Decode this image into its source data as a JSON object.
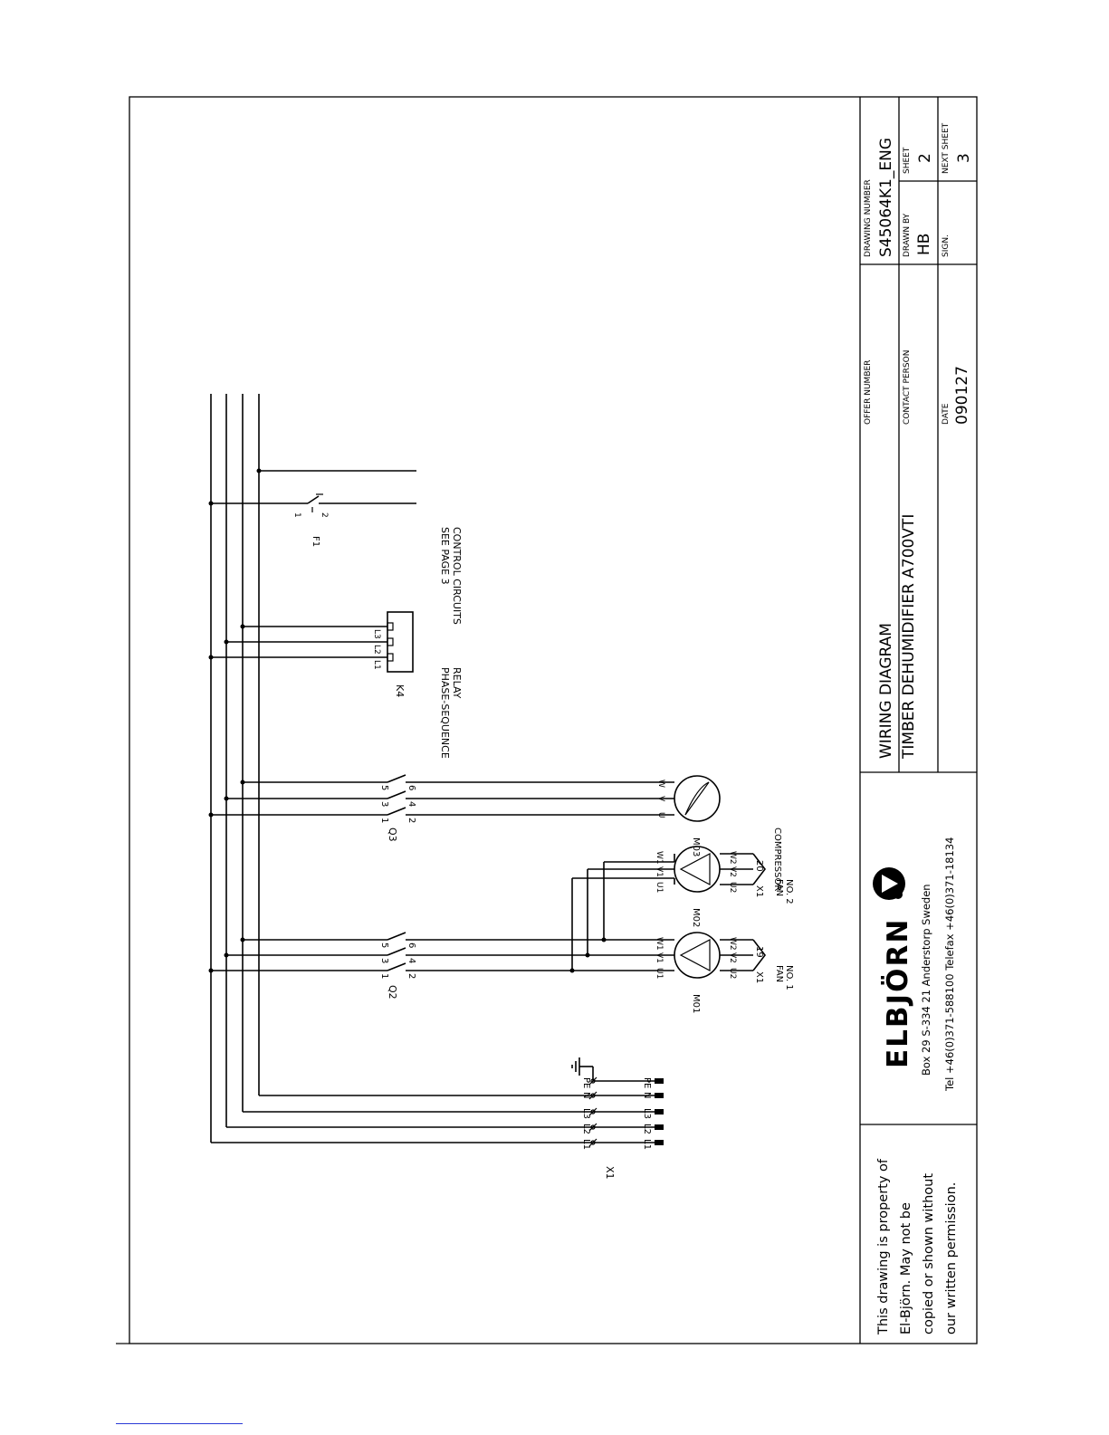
{
  "notice": {
    "lines": [
      "This drawing is property of",
      "El-Björn. May not be",
      "copied or shown without",
      "our written permission."
    ]
  },
  "company": {
    "logo_text": "ELBJÖRN",
    "address": "Box  29    S-334 21  Anderstorp     Sweden",
    "contact": "Tel  +46(0)371-588100     Telefax  +46(0)371-18134"
  },
  "title": {
    "line1": "WIRING  DIAGRAM",
    "line2": "TIMBER  DEHUMIDIFIER  A700VTI"
  },
  "fields": {
    "offer_number_label": "OFFER  NUMBER",
    "offer_number": "",
    "contact_person_label": "CONTACT PERSON",
    "contact_person": "",
    "date_label": "DATE",
    "date": "090127",
    "drawing_number_label": "DRAWING  NUMBER",
    "drawing_number": "S45064K1_ENG",
    "drawn_by_label": "DRAWN  BY",
    "drawn_by": "HB",
    "sheet_label": "SHEET",
    "sheet": "2",
    "sign_label": "SIGN.",
    "sign": "",
    "next_sheet_label": "NEXT SHEET",
    "next_sheet": "3"
  },
  "schematic": {
    "terminal_block": "X1",
    "supply_terminals": [
      "L1",
      "L2",
      "L3",
      "N",
      "PE"
    ],
    "supply_outer": [
      "L1",
      "L2",
      "L3",
      "N",
      "PE"
    ],
    "switch_q2": "Q2",
    "switch_q3": "Q3",
    "contacts_top": [
      "1",
      "3",
      "5"
    ],
    "contacts_bottom": [
      "2",
      "4",
      "6"
    ],
    "motor_m01": "M01",
    "motor_m02": "M02",
    "motor_m03": "M03",
    "motor_in": [
      "U1",
      "V1",
      "W1"
    ],
    "motor_out": [
      "U2",
      "V2",
      "W2"
    ],
    "comp_terms": [
      "U",
      "V",
      "W"
    ],
    "x1_19": "X1",
    "n19": "19",
    "x1_20": "X1",
    "n20": "20",
    "fan1_line1": "FAN",
    "fan1_line2": "NO. 1",
    "fan2_line1": "FAN",
    "fan2_line2": "NO. 2",
    "compressor": "COMPRESSOR",
    "relay_id": "K4",
    "relay_terms": [
      "L1",
      "L2",
      "L3"
    ],
    "relay_line1": "PHASE-SEQUENCE",
    "relay_line2": "RELAY",
    "fuse_id": "F1",
    "fuse_t1": "1",
    "fuse_t2": "2",
    "see_line1": "SEE  PAGE  3",
    "see_line2": "CONTROL  CIRCUITS"
  }
}
